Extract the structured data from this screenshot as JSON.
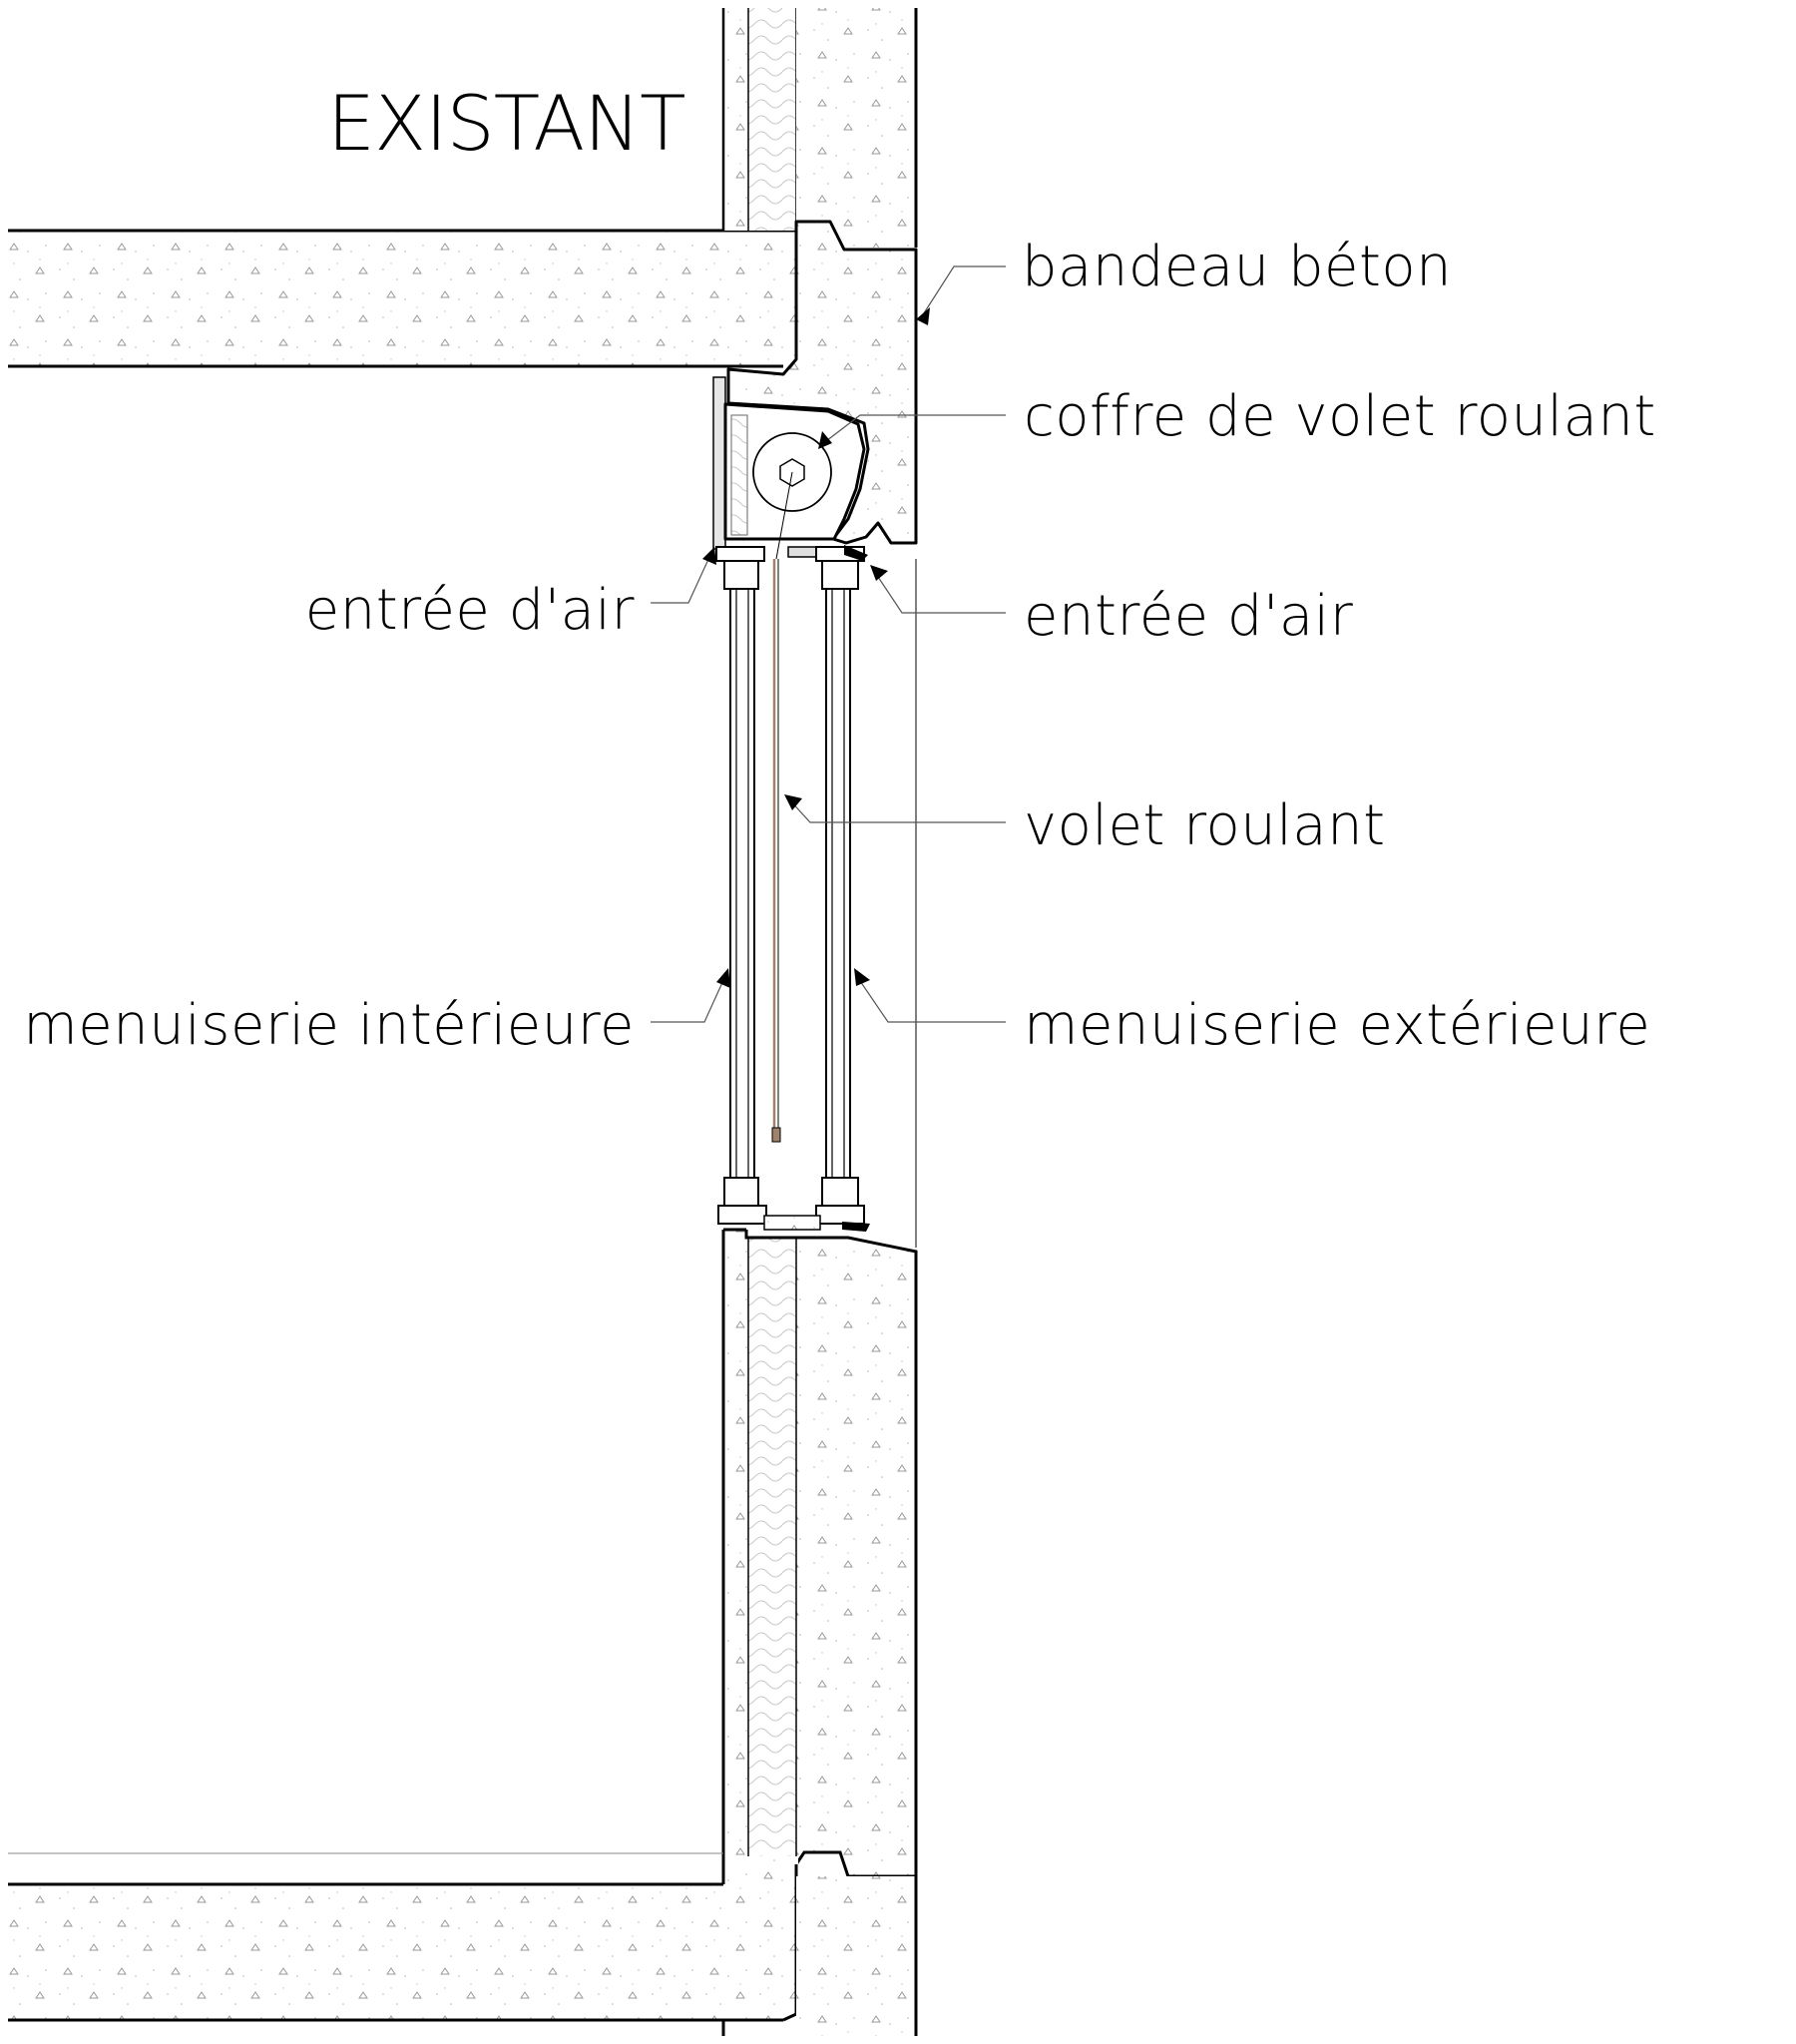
{
  "title": "EXISTANT",
  "labels": {
    "bandeau_beton": "bandeau béton",
    "coffre": "coffre de volet roulant",
    "entree_air_left": "entrée d'air",
    "entree_air_right": "entrée d'air",
    "volet_roulant": "volet roulant",
    "menuiserie_interieure": "menuiserie intérieure",
    "menuiserie_exterieure": "menuiserie extérieure"
  },
  "colors": {
    "line": "#000000",
    "concrete_dots": "#9a9a9a",
    "insulation": "#d9d9d9",
    "shutter": "#a0826d"
  }
}
